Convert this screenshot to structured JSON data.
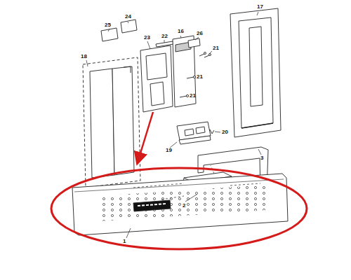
{
  "diagram": {
    "labels": [
      "24",
      "17",
      "25",
      "16",
      "23",
      "22",
      "26",
      "21",
      "18",
      "21",
      "21",
      "20",
      "19",
      "3",
      "2",
      "1"
    ]
  }
}
